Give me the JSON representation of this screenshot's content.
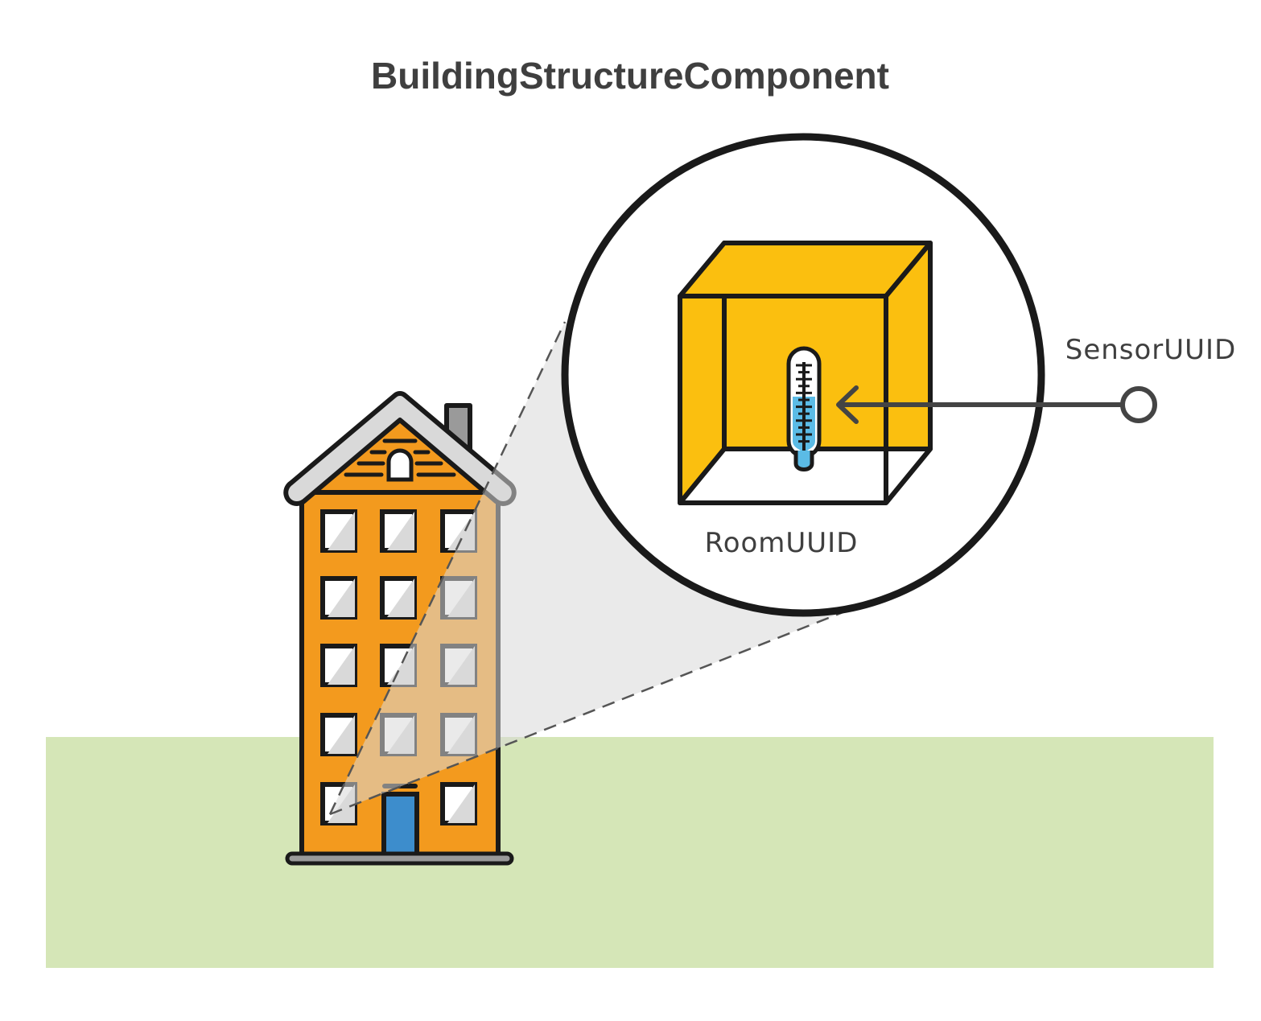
{
  "diagram": {
    "title": "BuildingStructureComponent",
    "room_label": "RoomUUID",
    "sensor_label": "SensorUUID"
  },
  "colors": {
    "ground": "#d5e6b7",
    "building": "#f39a1e",
    "roof": "#d9d9d9",
    "chimney": "#9a9a9a",
    "window": "#ffffff",
    "door": "#3d8dcc",
    "room_box": "#fbbf0f",
    "thermometer_liquid": "#5bbbe6",
    "outline": "#1a1a1a",
    "arrow": "#444444",
    "zoom_cone": "#d9d9d9"
  }
}
